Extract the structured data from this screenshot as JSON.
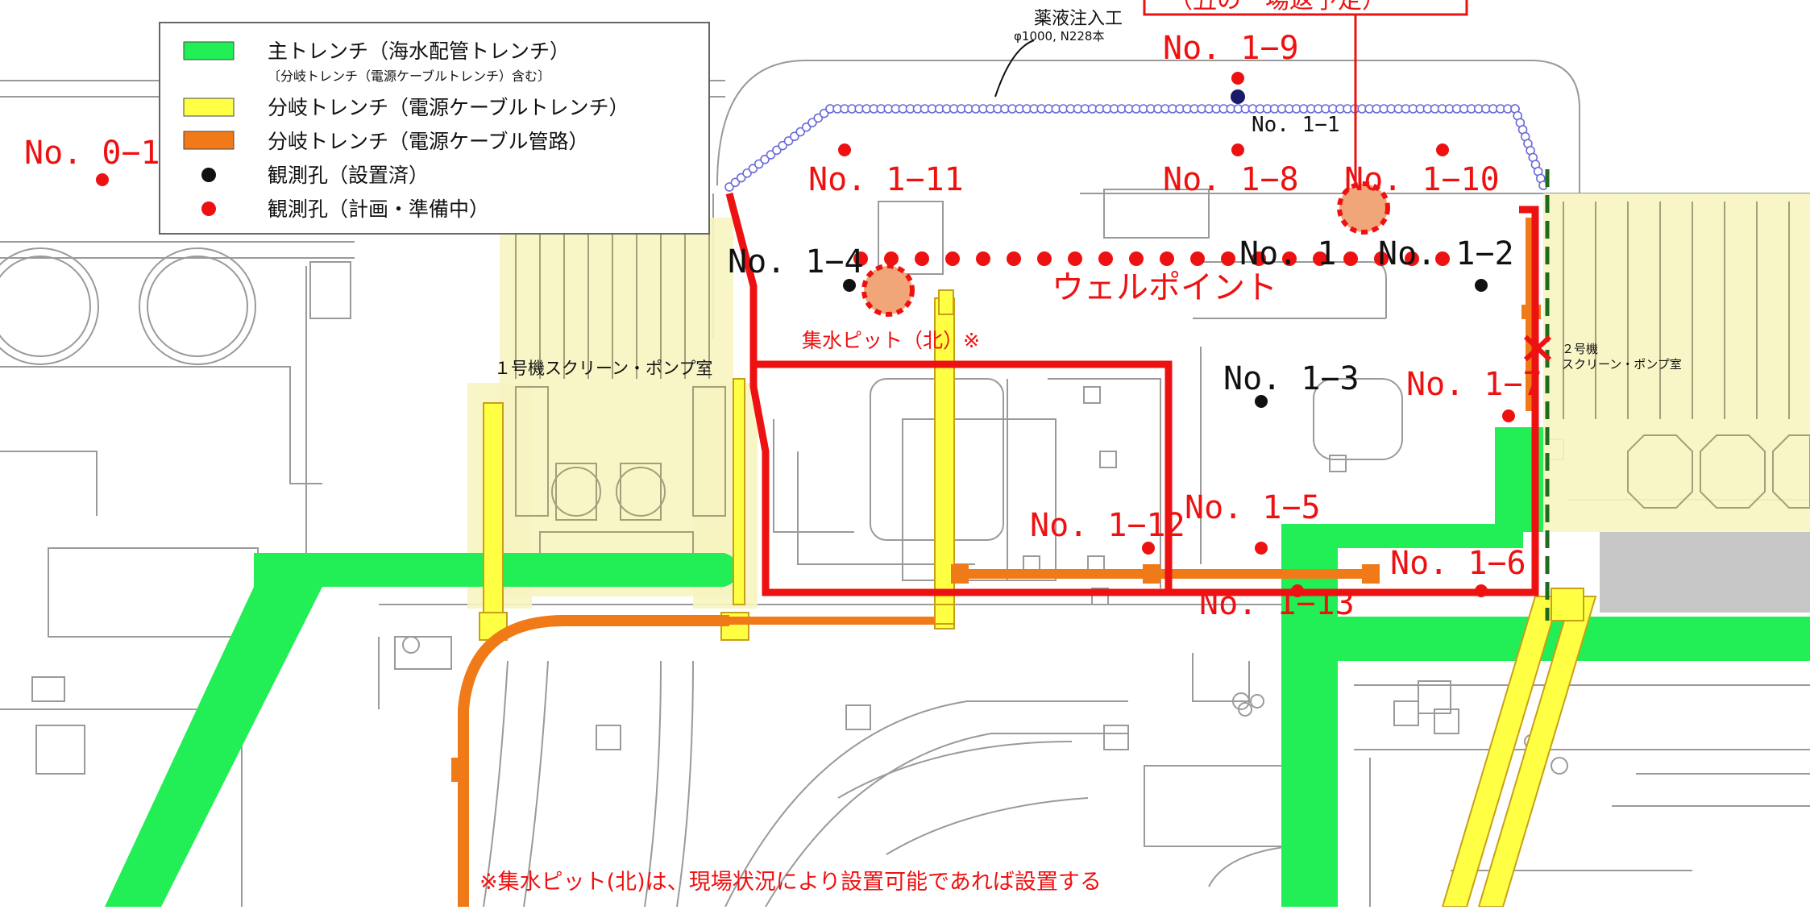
{
  "legend": {
    "items": [
      {
        "label": "主トレンチ（海水配管トレンチ）",
        "note": "〔分岐トレンチ（電源ケーブルトレンチ）含む〕",
        "color": "#22ee55"
      },
      {
        "label": "分岐トレンチ（電源ケーブルトレンチ）",
        "color": "#ffff44"
      },
      {
        "label": "分岐トレンチ（電源ケーブル管路）",
        "color": "#f07a18"
      },
      {
        "label": "観測孔（設置済）",
        "color": "#111111"
      },
      {
        "label": "観測孔（計画・準備中）",
        "color": "#ee1111"
      }
    ]
  },
  "callout_top": "（丑の一場返予定）",
  "grout": {
    "title": "薬液注入工",
    "spec": "φ1000, N228本"
  },
  "wells": {
    "no0_1": "No. 0−1",
    "no1_1": "No. 1",
    "no1_1b": "No. 1−1",
    "no1_2": "No. 1−2",
    "no1_3": "No. 1−3",
    "no1_4": "No. 1−4",
    "no1_5": "No. 1−5",
    "no1_6": "No. 1−6",
    "no1_7": "No. 1−7",
    "no1_8": "No. 1−8",
    "no1_9": "No. 1−9",
    "no1_10": "No. 1−10",
    "no1_11": "No. 1−11",
    "no1_12": "No. 1−12",
    "no1_13": "No. 1−13"
  },
  "wellpoint": "ウェルポイント",
  "pit_north": "集水ピット（北）※",
  "unit1_pump": "１号機スクリーン・ポンプ室",
  "unit2_pump_line1": "２号機",
  "unit2_pump_line2": "スクリーン・ポンプ室",
  "footnote": "※集水ピット(北)は、現場状況により設置可能であれば設置する"
}
